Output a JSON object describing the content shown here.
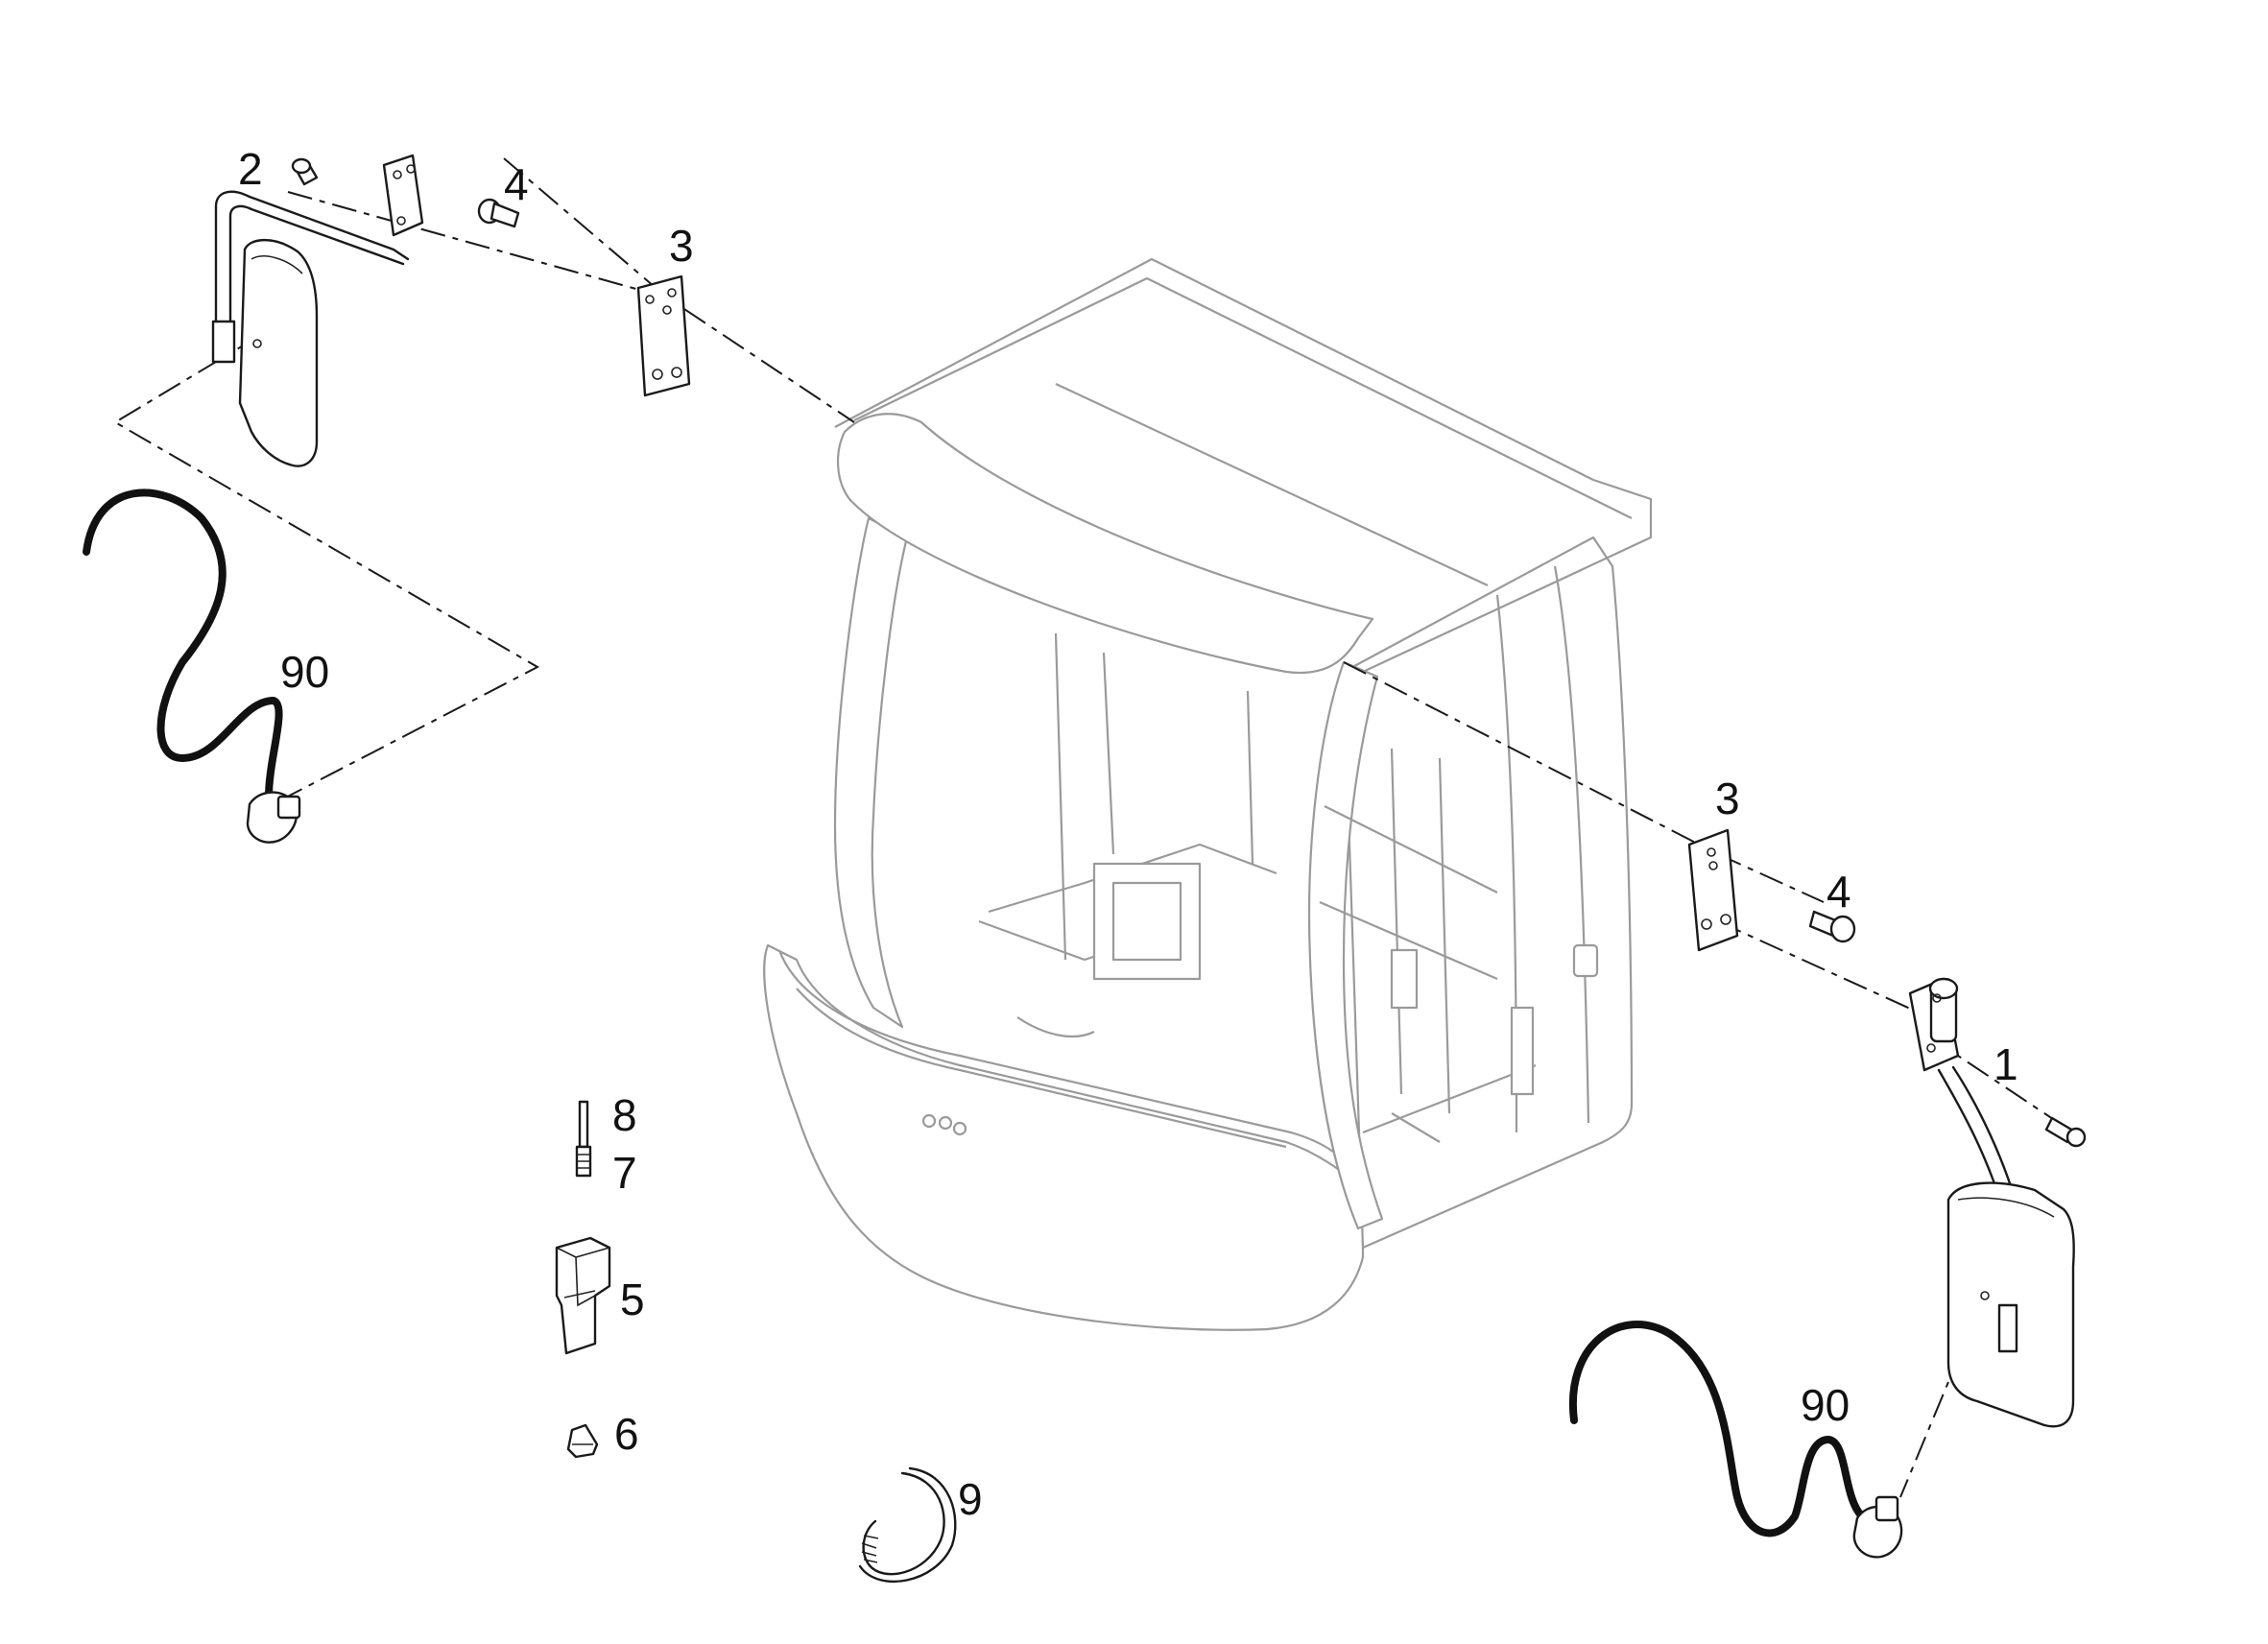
{
  "callouts": {
    "c1": "1",
    "c2": "2",
    "c3a": "3",
    "c3b": "3",
    "c4a": "4",
    "c4b": "4",
    "c5": "5",
    "c6": "6",
    "c7": "7",
    "c8": "8",
    "c9": "9",
    "c90a": "90",
    "c90b": "90"
  }
}
